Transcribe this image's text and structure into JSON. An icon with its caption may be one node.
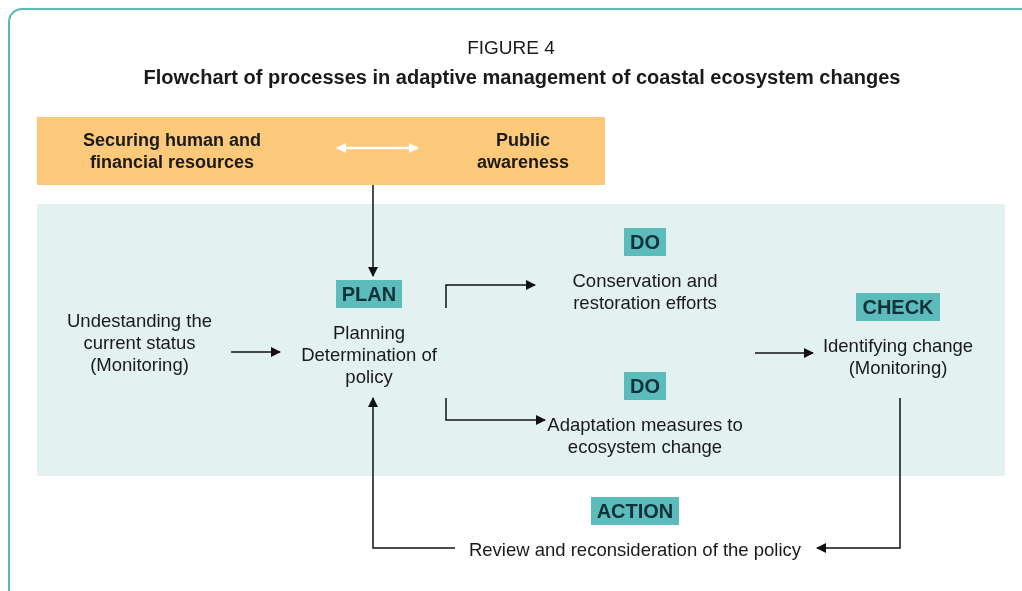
{
  "diagram": {
    "title": "FIGURE 4",
    "caption": "Flowchart of processes in adaptive management of coastal ecosystem changes",
    "nodes": [
      {
        "text": [],
        "shape": "box"
      },
      {
        "text": [
          "Securing human and financial resources"
        ],
        "in": 0
      },
      {
        "text": [
          "Public awareness"
        ],
        "in": 0
      },
      {
        "text": [],
        "shape": "box"
      },
      {
        "text": [
          "Undestanding the current status (Monitoring)"
        ],
        "in": 3
      },
      {
        "text": [
          "PLAN",
          "Planning Determination of policy"
        ],
        "in": 3
      },
      {
        "text": [
          "DO",
          "Conservation and restoration efforts"
        ],
        "in": 3
      },
      {
        "text": [
          "DO",
          "Adaptation measures to ecosystem change"
        ],
        "in": 3
      },
      {
        "text": [
          "CHECK",
          "Identifying change (Monitoring)"
        ],
        "in": 3
      },
      {
        "text": [
          "ACTION",
          "Review and reconsideration of the policy"
        ]
      }
    ],
    "edges": [
      {
        "from": 1,
        "to": 2,
        "arrow": "both",
        "color": "#ffffff"
      },
      {
        "from": 0,
        "to": 5,
        "arrow": "to"
      },
      {
        "from": 4,
        "to": 5,
        "arrow": "to"
      },
      {
        "from": 5,
        "to": 6,
        "arrow": "to"
      },
      {
        "from": 5,
        "to": 7,
        "arrow": "to"
      },
      {
        "from": null,
        "to": 8,
        "arrow": "to"
      },
      {
        "from": 8,
        "to": 9,
        "arrow": "to"
      },
      {
        "from": 9,
        "to": 5,
        "arrow": "to"
      }
    ]
  }
}
